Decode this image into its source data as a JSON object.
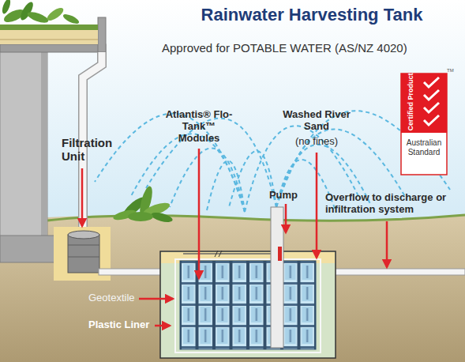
{
  "diagram": {
    "title": "Rainwater Harvesting Tank",
    "nodes": [
      {
        "text": [
          "Certified Product",
          "Australian Standard"
        ]
      }
    ],
    "labels": [
      "Approved for POTABLE WATER (AS/NZ 4020)",
      "Filtration Unit",
      "Atlantis® Flo-Tank™ Modules",
      "Washed River Sand",
      "(no fines)",
      "Pump",
      "Overflow to discharge or infiltration system",
      "Geotextile",
      "Plastic Liner",
      "TM"
    ]
  }
}
